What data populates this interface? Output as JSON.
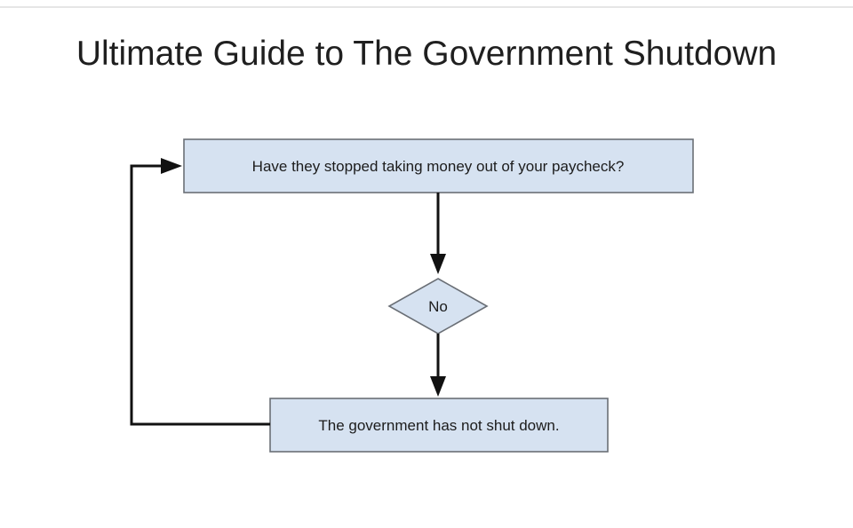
{
  "title": "Ultimate Guide to The Government Shutdown",
  "nodes": {
    "question": "Have they stopped taking money out of your paycheck?",
    "decision": "No",
    "result": "The government has not shut down."
  },
  "colors": {
    "node_fill": "#d6e2f1",
    "node_border": "#6a6f76",
    "arrow": "#111111",
    "text": "#1c1c1c"
  }
}
